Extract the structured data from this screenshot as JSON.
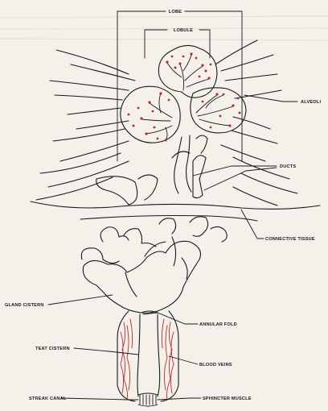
{
  "diagram": {
    "labels": {
      "lobe": "LOBE",
      "lobule": "LOBULE",
      "alveoli": "ALVEOLI",
      "ducts": "DUCTS",
      "connective_tissue": "CONNECTIVE TISSUE",
      "gland_cistern": "GLAND CISTERN",
      "annular_fold": "ANNULAR FOLD",
      "teat_cistern": "TEAT CISTERN",
      "blood_veins": "BLOOD VEINS",
      "streak_canal": "STREAK CANAL",
      "sphincter_muscle": "SPHINCTER MUSCLE"
    },
    "colors": {
      "background": "#f3f1ea",
      "ink": "#1a1a1a",
      "vessels": "#c3282a"
    }
  }
}
